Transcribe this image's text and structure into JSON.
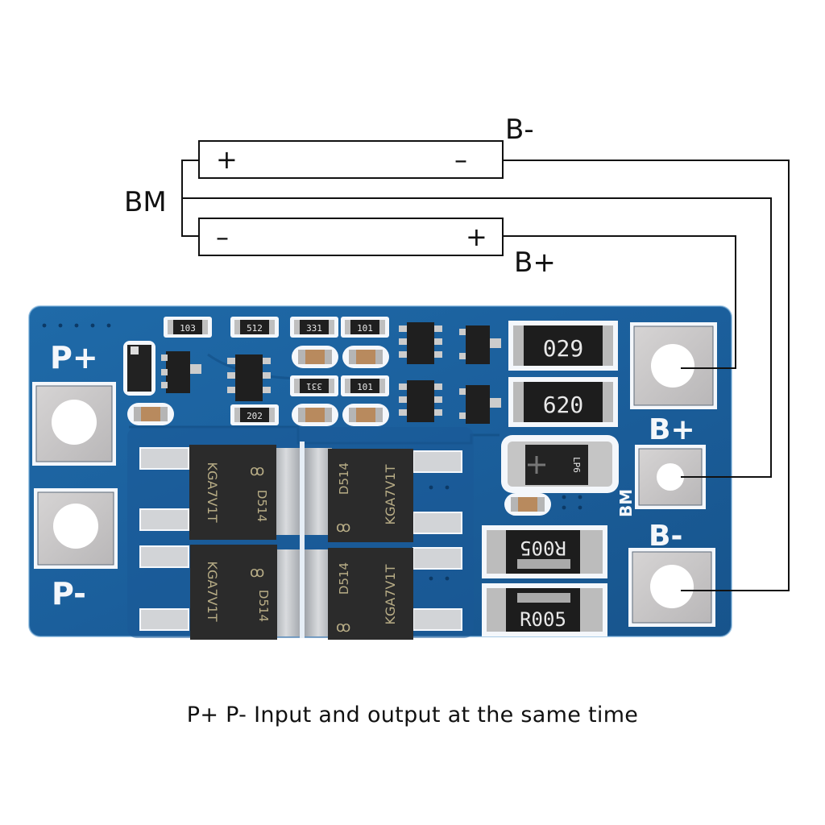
{
  "diagram": {
    "title": "2S Li-ion BMS protection board wiring",
    "wiring": {
      "labels": {
        "bm": "BM",
        "b_minus": "B-",
        "b_plus": "B+"
      },
      "cells": [
        {
          "id": "cell-top",
          "left_terminal": "+",
          "right_terminal": "–"
        },
        {
          "id": "cell-bottom",
          "left_terminal": "–",
          "right_terminal": "+"
        }
      ]
    },
    "board": {
      "color": "#1d5d9b",
      "silkscreen": {
        "p_plus": "P+",
        "p_minus": "P-",
        "b_plus": "B+",
        "b_minus": "B-",
        "bm": "BM"
      },
      "resistors_small": [
        "103",
        "512",
        "331",
        "101",
        "331",
        "101",
        "202"
      ],
      "resistors_large": [
        "029",
        "620"
      ],
      "shunts": [
        "R005",
        "R005"
      ],
      "diode_mark": "LP6",
      "mosfets": [
        {
          "part": "KGA7V1T",
          "code": "D514"
        },
        {
          "part": "KGA7V1T",
          "code": "D514"
        },
        {
          "part": "KGA7V1T",
          "code": "D514"
        },
        {
          "part": "KGA7V1T",
          "code": "D514"
        }
      ]
    },
    "caption": "P+ P- Input and output at the same time"
  }
}
